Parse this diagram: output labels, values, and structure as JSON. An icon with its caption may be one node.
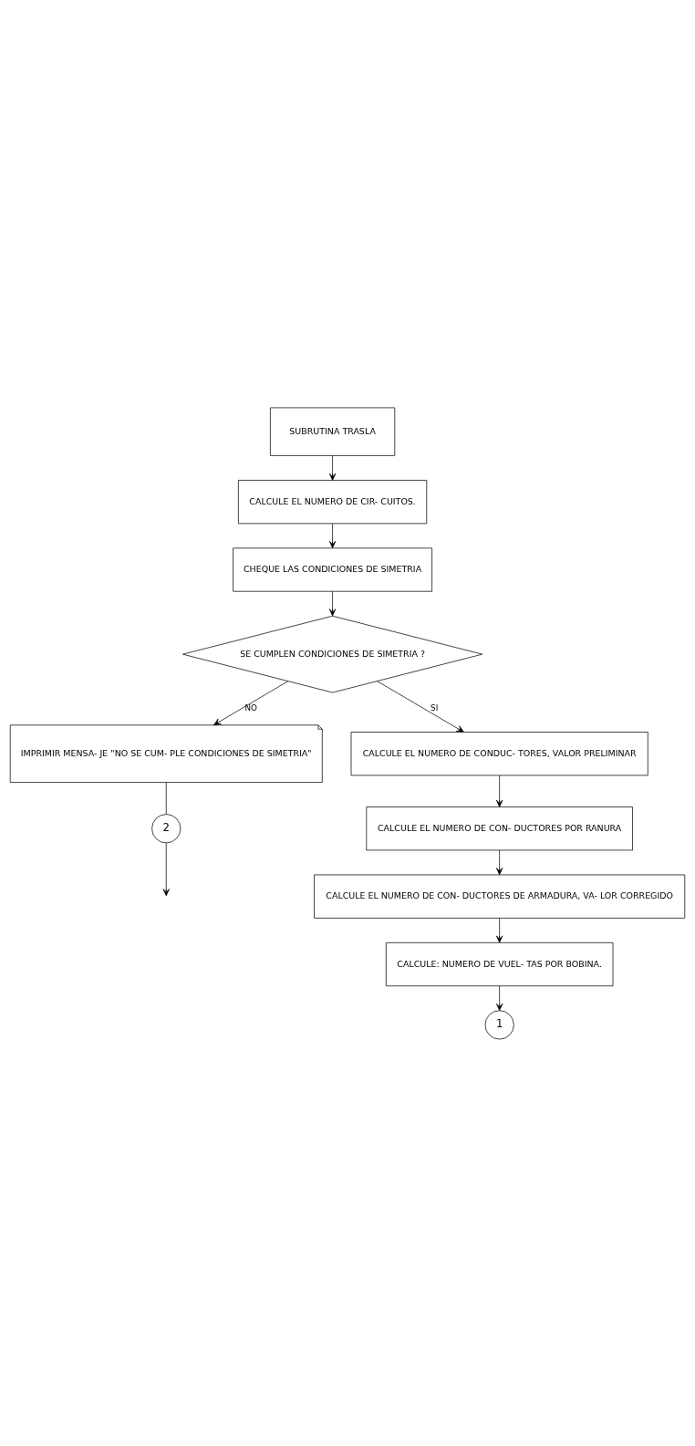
{
  "diagram": {
    "nodes": [
      {
        "text": [
          "SUBRUTINA TRASLA"
        ]
      },
      {
        "text": [
          "CALCULE EL NUMERO DE CIR- CUITOS."
        ]
      },
      {
        "text": [
          "CHEQUE LAS CONDICIONES DE SIMETRIA"
        ]
      },
      {
        "text": [
          "SE CUMPLEN CONDICIONES DE SIMETRIA ?"
        ]
      },
      {
        "text": [
          "IMPRIMIR MENSA- JE \"NO SE CUM- PLE CONDICIONES DE SIMETRIA\""
        ]
      },
      {
        "text": [
          "CALCULE EL NUMERO DE CONDUC- TORES, VALOR PRELIMINAR"
        ]
      },
      {
        "text": [
          "CALCULE EL NUMERO DE CON- DUCTORES POR RANURA"
        ]
      },
      {
        "text": [
          "CALCULE EL NUMERO DE CON- DUCTORES DE ARMADURA, VA- LOR CORREGIDO"
        ]
      },
      {
        "text": [
          "CALCULE: NUMERO DE VUEL- TAS POR BOBINA."
        ]
      },
      {
        "text": [
          "1"
        ]
      },
      {
        "text": [
          "2"
        ]
      }
    ],
    "edges": [
      {
        "from": 0,
        "to": 1,
        "arrow": "to"
      },
      {
        "from": 1,
        "to": 2,
        "arrow": "to"
      },
      {
        "from": 2,
        "to": 3,
        "arrow": "to"
      },
      {
        "from": 3,
        "to": 4,
        "arrow": "to",
        "label": "NO"
      },
      {
        "from": 3,
        "to": 5,
        "arrow": "to",
        "label": "SI"
      },
      {
        "from": 5,
        "to": 6,
        "arrow": "to"
      },
      {
        "from": 6,
        "to": 7,
        "arrow": "to"
      },
      {
        "from": 7,
        "to": 8,
        "arrow": "to"
      },
      {
        "from": 8,
        "to": 9,
        "arrow": "to"
      },
      {
        "from": 4,
        "to": 10,
        "arrow": "none"
      },
      {
        "from": 10,
        "to": null,
        "arrow": "to"
      }
    ]
  }
}
